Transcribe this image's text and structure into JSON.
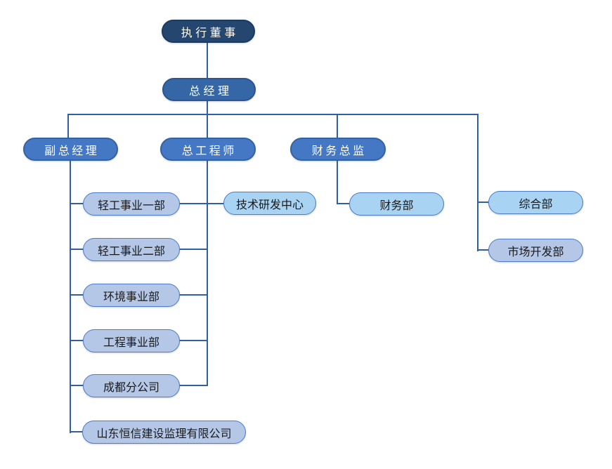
{
  "diagram": {
    "type": "org-chart",
    "title": ""
  },
  "colors": {
    "bg": "#ffffff",
    "navy": "#25466E",
    "blue-mid": "#3566A5",
    "blue-bright": "#4477C4",
    "periwinkle": "#B4C7E7",
    "sky": "#A9D3F2",
    "line": "#315FA3"
  },
  "nodes": {
    "executive_director": "执行董事",
    "general_manager": "总经理",
    "deputy_general_manager": "副总经理",
    "chief_engineer": "总工程师",
    "finance_director": "财务总监",
    "light_industry_div_1": "轻工事业一部",
    "light_industry_div_2": "轻工事业二部",
    "environment_div": "环境事业部",
    "engineering_div": "工程事业部",
    "chengdu_branch": "成都分公司",
    "shandong_hengxin": "山东恒信建设监理有限公司",
    "tech_rd_center": "技术研发中心",
    "finance_dept": "财务部",
    "general_affairs_dept": "综合部",
    "market_dev_dept": "市场开发部"
  },
  "hierarchy": [
    {
      "child": "general_manager",
      "parents": [
        "executive_director"
      ]
    },
    {
      "child": "deputy_general_manager",
      "parents": [
        "general_manager"
      ]
    },
    {
      "child": "chief_engineer",
      "parents": [
        "general_manager"
      ]
    },
    {
      "child": "finance_director",
      "parents": [
        "general_manager"
      ]
    },
    {
      "child": "general_affairs_dept",
      "parents": [
        "general_manager"
      ]
    },
    {
      "child": "market_dev_dept",
      "parents": [
        "general_manager"
      ]
    },
    {
      "child": "light_industry_div_1",
      "parents": [
        "deputy_general_manager",
        "chief_engineer"
      ]
    },
    {
      "child": "light_industry_div_2",
      "parents": [
        "deputy_general_manager",
        "chief_engineer"
      ]
    },
    {
      "child": "environment_div",
      "parents": [
        "deputy_general_manager",
        "chief_engineer"
      ]
    },
    {
      "child": "engineering_div",
      "parents": [
        "deputy_general_manager",
        "chief_engineer"
      ]
    },
    {
      "child": "chengdu_branch",
      "parents": [
        "deputy_general_manager",
        "chief_engineer"
      ]
    },
    {
      "child": "shandong_hengxin",
      "parents": [
        "deputy_general_manager"
      ]
    },
    {
      "child": "tech_rd_center",
      "parents": [
        "chief_engineer"
      ]
    },
    {
      "child": "finance_dept",
      "parents": [
        "finance_director"
      ]
    }
  ]
}
